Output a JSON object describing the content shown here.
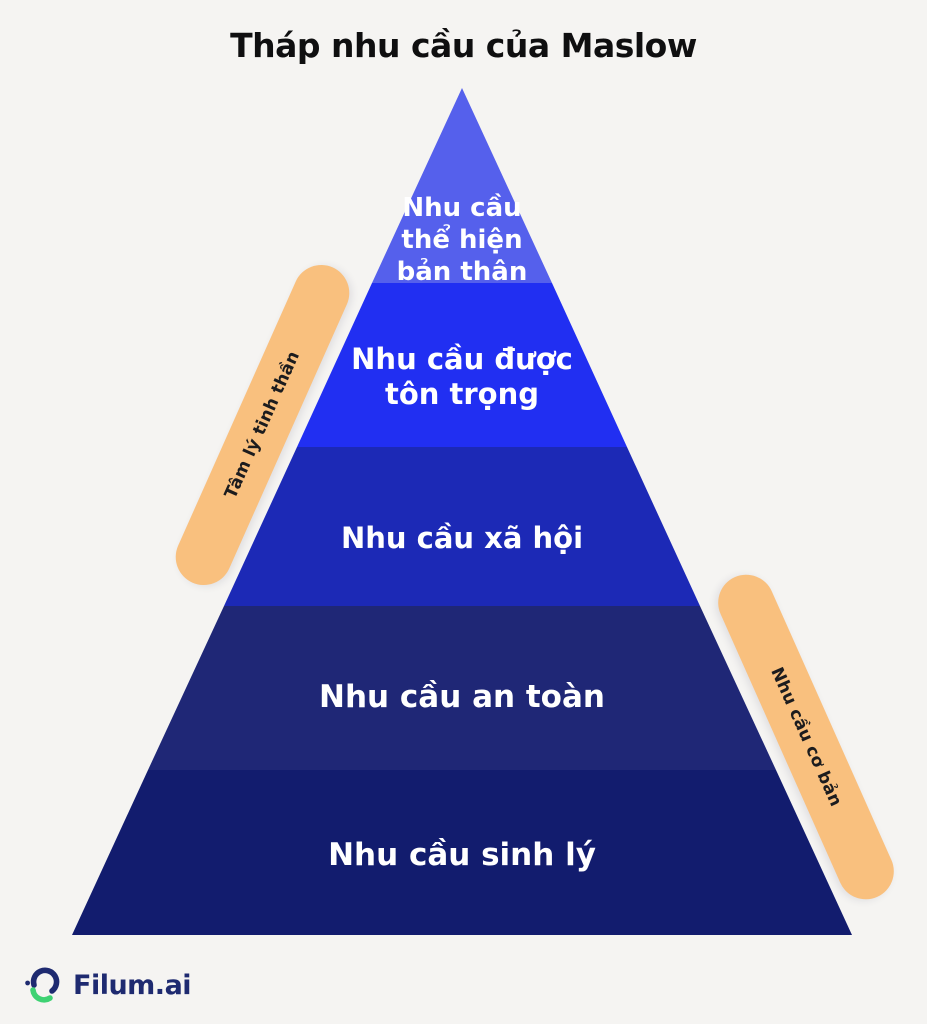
{
  "title": "Tháp nhu cầu của Maslow",
  "background": "#f5f4f2",
  "pyramid": {
    "levels": [
      {
        "id": "self-actualization",
        "label": "Nhu cầu thể hiện bản thân",
        "lines": [
          "Nhu cầu",
          "thể hiện",
          "bản thân"
        ],
        "color": "#5560ec"
      },
      {
        "id": "esteem",
        "label": "Nhu cầu được tôn trọng",
        "lines": [
          "Nhu cầu được",
          "tôn trọng"
        ],
        "color": "#212ff2"
      },
      {
        "id": "social",
        "label": "Nhu cầu xã hội",
        "lines": [
          "Nhu cầu xã hội"
        ],
        "color": "#1c29b6"
      },
      {
        "id": "safety",
        "label": "Nhu cầu an toàn",
        "lines": [
          "Nhu cầu an toàn"
        ],
        "color": "#1f2776"
      },
      {
        "id": "physiological",
        "label": "Nhu cầu sinh lý",
        "lines": [
          "Nhu cầu sinh lý"
        ],
        "color": "#121c6e"
      }
    ],
    "label_text_color": "#ffffff"
  },
  "side_labels": {
    "color": "#f9c07e",
    "text_color": "#1c1c1e",
    "left": {
      "text": "Tâm lý tinh thần"
    },
    "right": {
      "text": "Nhu cầu cơ bản"
    }
  },
  "logo": {
    "text": "Filum.ai",
    "navy": "#1e2a70",
    "green": "#3ed273"
  }
}
